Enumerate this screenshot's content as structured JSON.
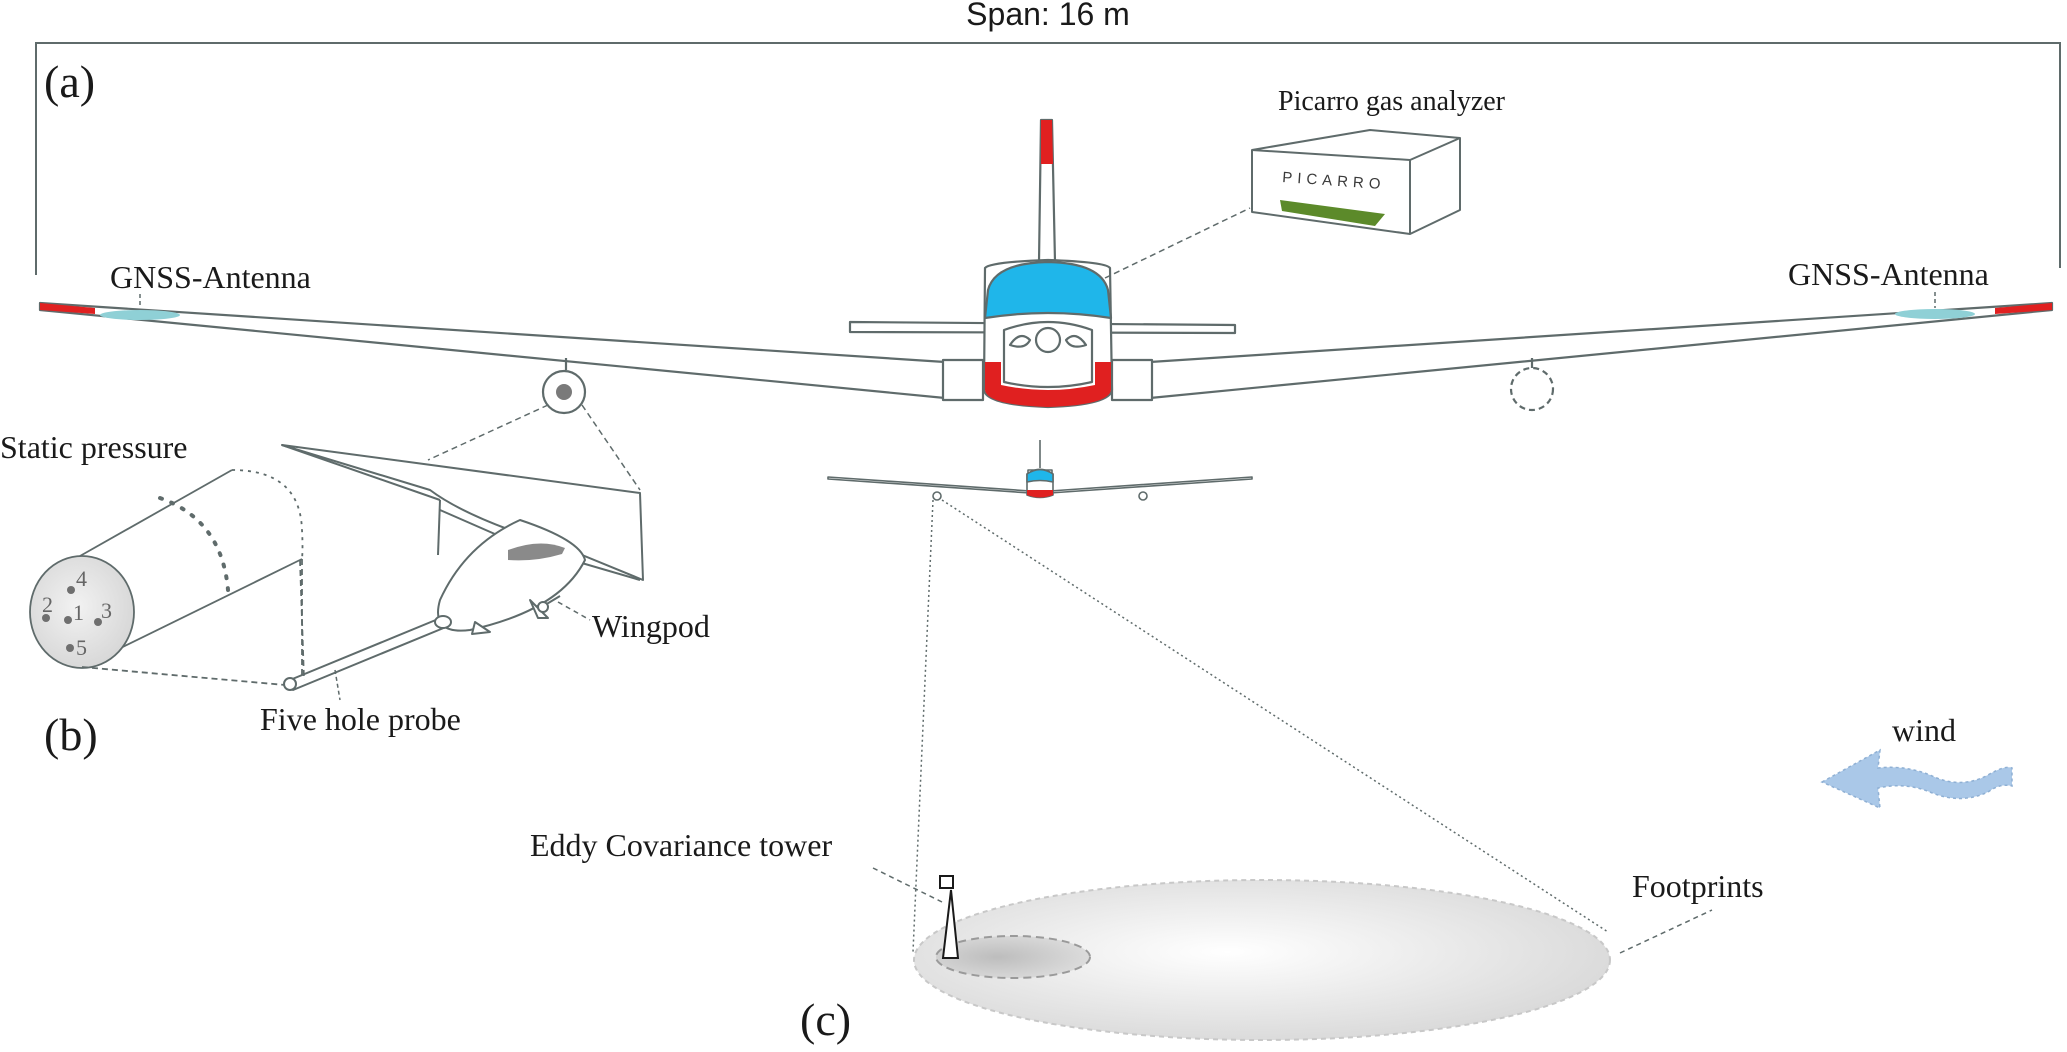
{
  "figure": {
    "span_label": "Span: 16 m",
    "panel_a": "(a)",
    "panel_b": "(b)",
    "panel_c": "(c)",
    "gnss_left": "GNSS-Antenna",
    "gnss_right": "GNSS-Antenna",
    "gas_analyzer": "Picarro gas analyzer",
    "analyzer_logo": "PICARRO",
    "static_pressure": "Static pressure",
    "wingpod": "Wingpod",
    "five_hole_probe": "Five hole probe",
    "wind": "wind",
    "ec_tower": "Eddy Covariance tower",
    "footprints": "Footprints",
    "holes": [
      "1",
      "2",
      "3",
      "4",
      "5"
    ]
  },
  "colors": {
    "line": "#5f6b6b",
    "tip_red": "#e02020",
    "canopy_blue": "#1fb6ea",
    "antenna_teal": "#8fd0d6",
    "analyzer_green": "#5c8a2a",
    "wind_arrow": "#aac8e8",
    "footprint_fill": "#e4e4e4"
  }
}
